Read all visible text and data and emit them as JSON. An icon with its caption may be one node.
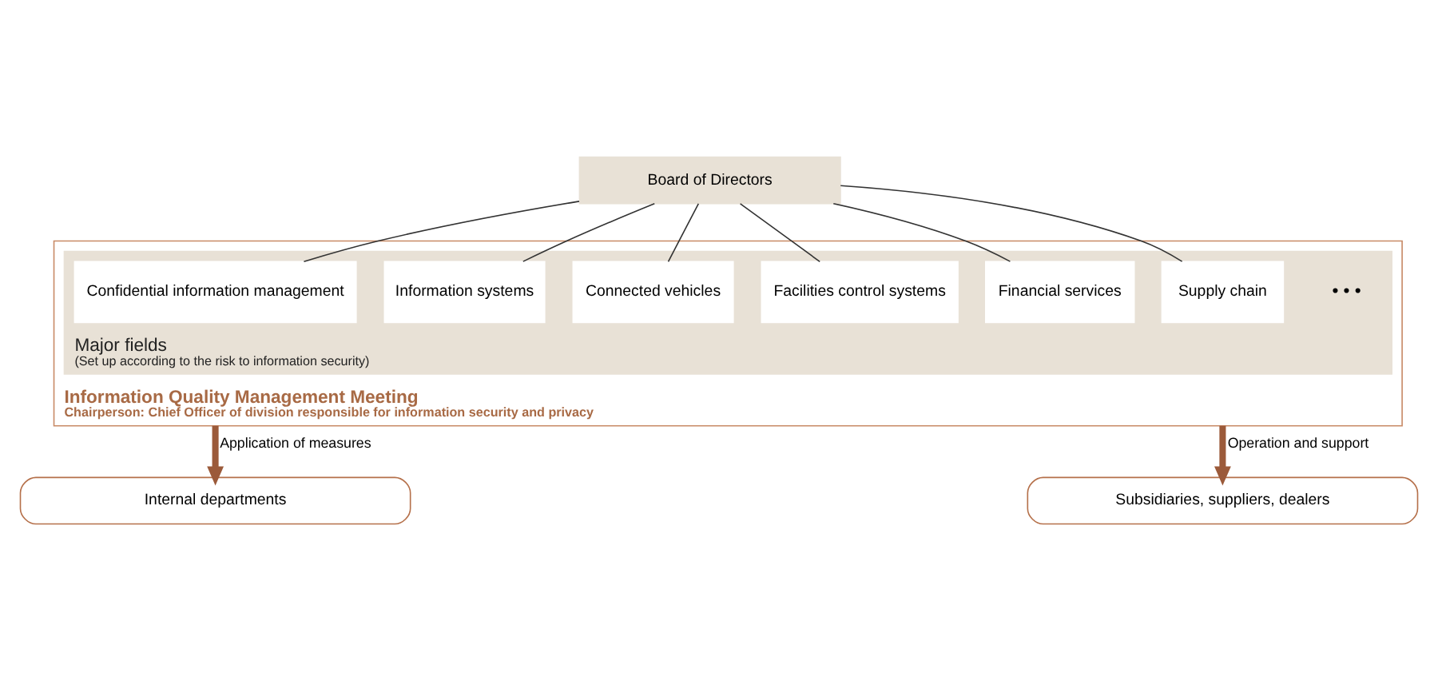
{
  "diagram": {
    "nodes": [
      {
        "text": [
          "Board of Directors"
        ]
      },
      {
        "text": [
          "Information Quality Management Meeting",
          "Chairperson: Chief Officer of division responsible for information security and privacy"
        ]
      },
      {
        "text": [
          "Major fields",
          "(Set up according to the risk to information security)"
        ],
        "in": 1
      },
      {
        "text": [
          "Confidential information management"
        ],
        "in": 2
      },
      {
        "text": [
          "Information systems"
        ],
        "in": 2
      },
      {
        "text": [
          "Connected vehicles"
        ],
        "in": 2
      },
      {
        "text": [
          "Facilities control systems"
        ],
        "in": 2
      },
      {
        "text": [
          "Financial services"
        ],
        "in": 2
      },
      {
        "text": [
          "Supply chain"
        ],
        "in": 2
      },
      {
        "text": [
          "Internal departments"
        ]
      },
      {
        "text": [
          "Subsidiaries, suppliers, dealers"
        ]
      }
    ],
    "edges": [
      {
        "from": 0,
        "to": 3,
        "arrow": "none"
      },
      {
        "from": 0,
        "to": 4,
        "arrow": "none"
      },
      {
        "from": 0,
        "to": 5,
        "arrow": "none"
      },
      {
        "from": 0,
        "to": 6,
        "arrow": "none"
      },
      {
        "from": 0,
        "to": 7,
        "arrow": "none"
      },
      {
        "from": 0,
        "to": 8,
        "arrow": "none"
      },
      {
        "from": 1,
        "to": 9,
        "arrow": "to",
        "label": "Application of measures",
        "style": "thick",
        "color": "#9b5a3a"
      },
      {
        "from": 1,
        "to": 10,
        "arrow": "to",
        "label": "Operation and support",
        "style": "thick",
        "color": "#9b5a3a"
      }
    ],
    "labels": [
      "• • •"
    ]
  }
}
